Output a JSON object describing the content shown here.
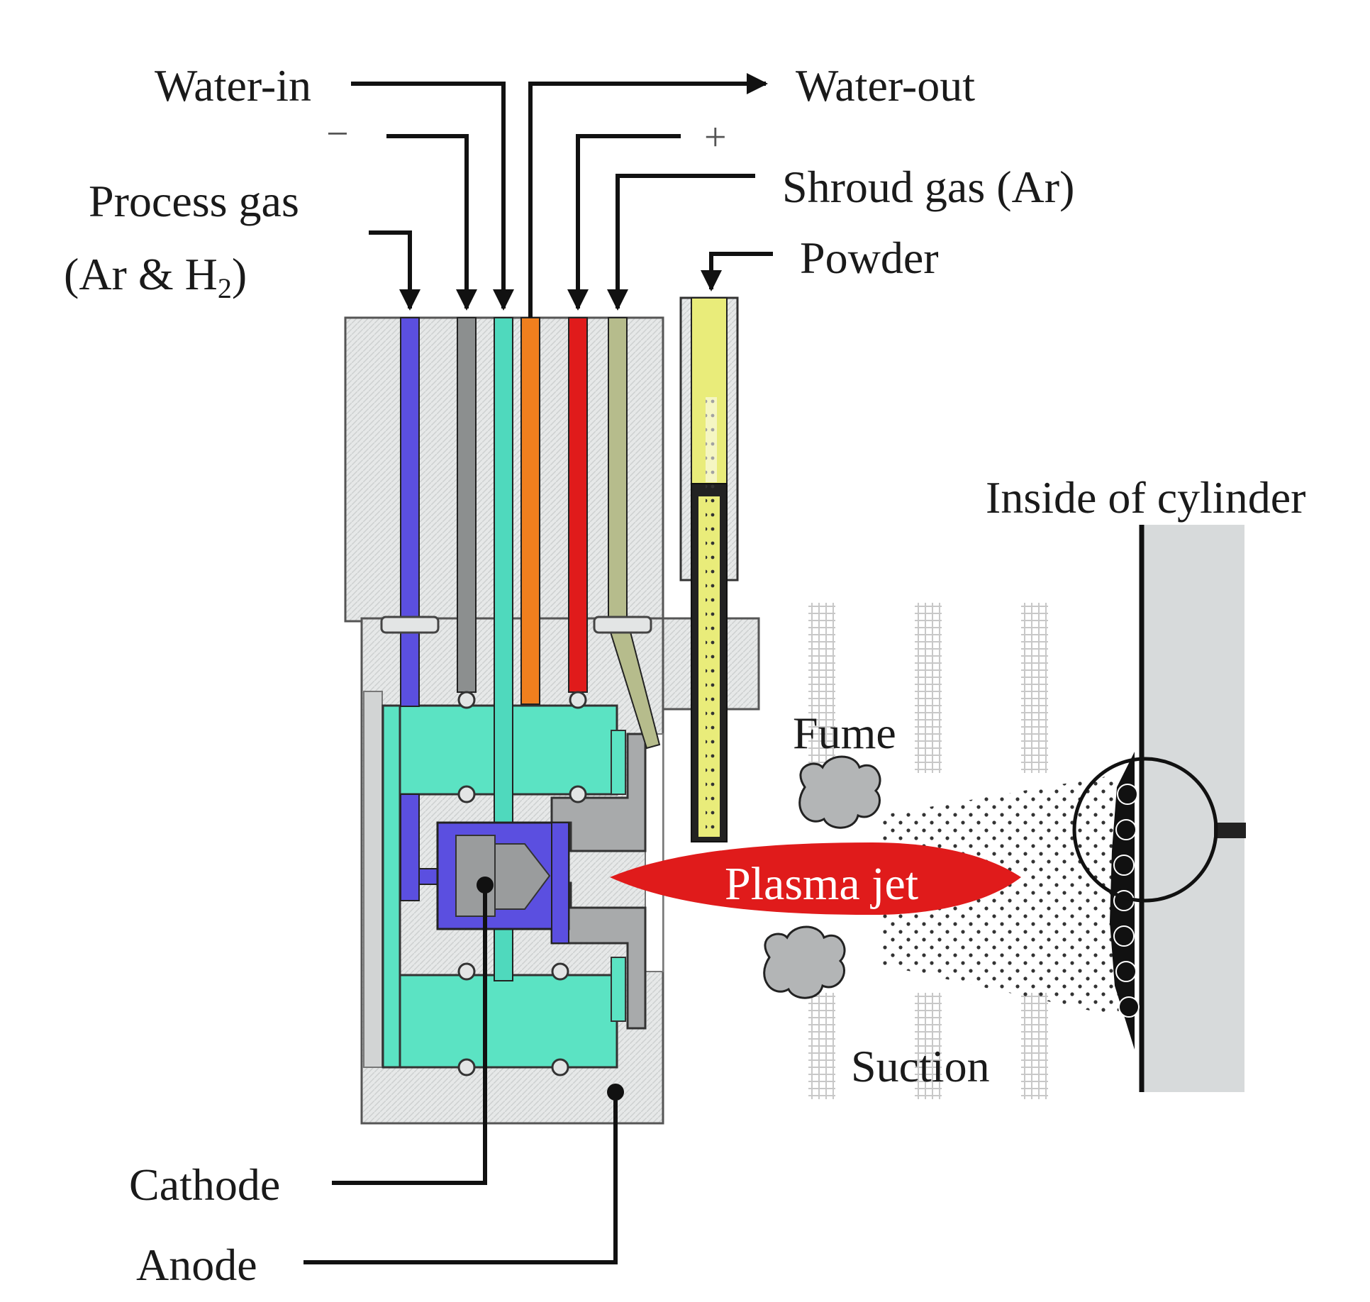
{
  "labels": {
    "water_in": "Water-in",
    "water_out": "Water-out",
    "negative": "−",
    "positive": "+",
    "shroud_gas": "Shroud gas (Ar)",
    "process_gas_line1": "Process gas",
    "process_gas_line2": "(Ar & H",
    "process_gas_sub": "2",
    "process_gas_close": ")",
    "powder": "Powder",
    "inside_cylinder": "Inside of cylinder",
    "fume": "Fume",
    "plasma_jet": "Plasma jet",
    "suction": "Suction",
    "cathode": "Cathode",
    "anode": "Anode"
  },
  "colors": {
    "process_gas": "#5b4fe0",
    "negative_line": "#8c8f8f",
    "water_in": "#4fd9bd",
    "water_out": "#f07f1e",
    "positive_line": "#e01b1b",
    "shroud_gas": "#b6bc8c",
    "powder": "#e9ec7a",
    "coolant_block": "#5be3c3",
    "cathode_holder": "#5b4fe0",
    "plasma_jet": "#e01b1b",
    "body": "#e3e5e5",
    "cylinder": "#d7dadb"
  }
}
